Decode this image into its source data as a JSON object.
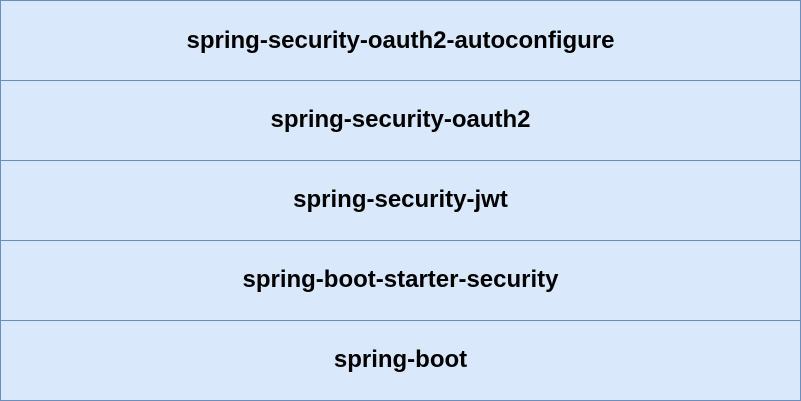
{
  "layers": [
    {
      "label": "spring-security-oauth2-autoconfigure"
    },
    {
      "label": "spring-security-oauth2"
    },
    {
      "label": "spring-security-jwt"
    },
    {
      "label": "spring-boot-starter-security"
    },
    {
      "label": "spring-boot"
    }
  ],
  "colors": {
    "fill": "#dae8fc",
    "stroke": "#6c8ebf",
    "text": "#000000"
  }
}
